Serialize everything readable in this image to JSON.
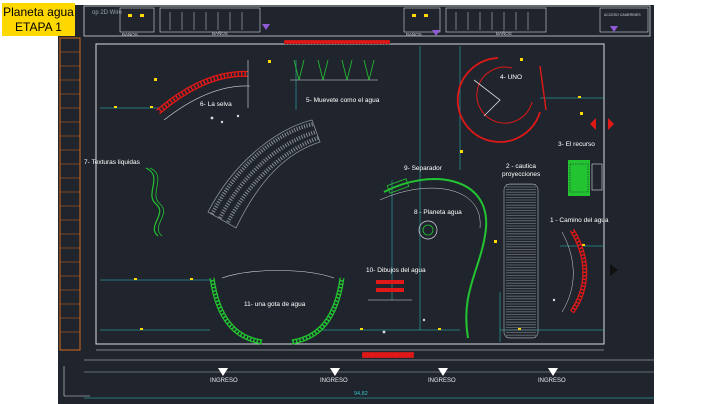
{
  "title": {
    "line1": "Planeta agua",
    "line2": "ETAPA 1"
  },
  "zones": {
    "z1": "1 - Camino del agua",
    "z2_line1": "2 - cautica",
    "z2_line2": "proyecciones",
    "z3": "3- El recurso",
    "z4": "4- UNO",
    "z5": "5- Muevete como el agua",
    "z6": "6- La selva",
    "z7": "7- Texturas liquidas",
    "z8": "8 - Planeta agua",
    "z9": "9- Separador",
    "z10": "10- Dibujos del agua",
    "z11": "11- una gota de agua"
  },
  "header": {
    "bath_left_1": "BAÑOS",
    "bath_left_2": "BAÑOS",
    "bath_right_1": "BAÑOS",
    "bath_right_2": "BAÑOS",
    "access_label": "ACCESO CAMERINES",
    "tab_label": "op  2D Wire"
  },
  "entrances": [
    "INGRESO",
    "INGRESO",
    "INGRESO",
    "INGRESO"
  ],
  "dimension": "94,82",
  "colors": {
    "background": "#20252d",
    "title_bg": "#ffd800",
    "wall": "#ffffff",
    "red_element": "#e01818",
    "green_element": "#22c431",
    "dimension_line": "#2fc7c7",
    "yellow_tick": "#ffd800"
  }
}
